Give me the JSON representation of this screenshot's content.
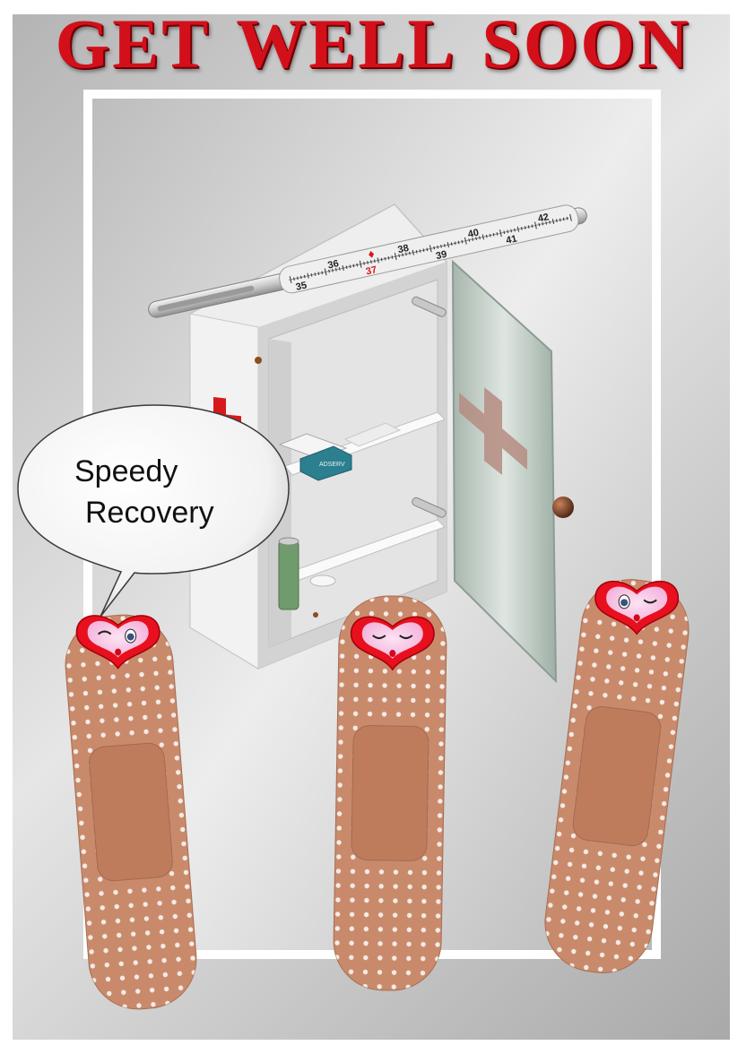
{
  "card": {
    "title_words": [
      "GET",
      "WELL",
      "SOON"
    ],
    "colors": {
      "title": "#d3101a",
      "background": "#cfcfcf",
      "frame": "#ffffff",
      "bandage": "#c98a6c",
      "heart": "#e8101e",
      "face": "#f7c8e6"
    }
  },
  "speech_bubble": {
    "line1": "Speedy",
    "line2": "Recovery"
  },
  "thermometer": {
    "major_labels": [
      "35",
      "36",
      "37",
      "38",
      "39",
      "40",
      "41",
      "42"
    ],
    "highlight_label": "37"
  },
  "cabinet": {
    "box_label": "ADSERV",
    "door": "open",
    "shelves": 2
  },
  "icons": [
    "first-aid-cross-icon",
    "heart-face-icon",
    "speech-bubble-icon",
    "thermometer-icon"
  ],
  "bandage_count": 3
}
